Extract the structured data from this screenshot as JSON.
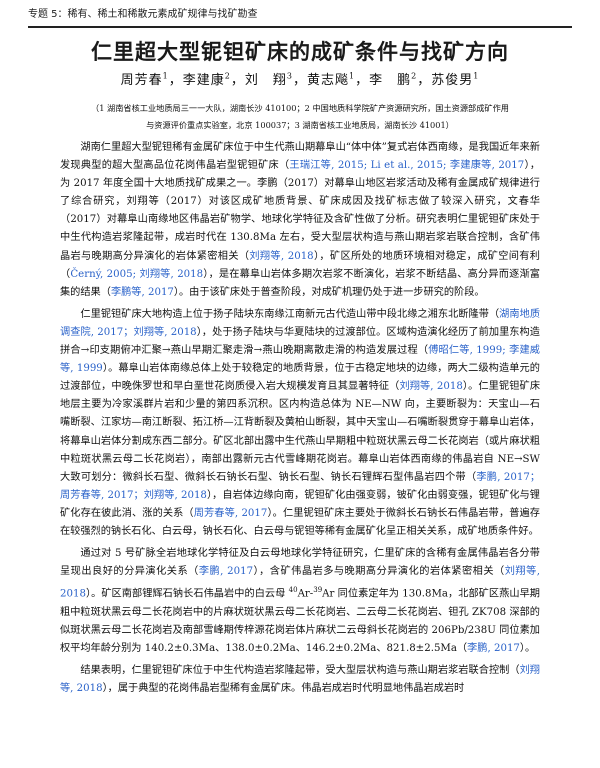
{
  "header": {
    "text": "专题 5：稀有、稀土和稀散元素成矿规律与找矿勘查"
  },
  "title": "仁里超大型铌钽矿床的成矿条件与找矿方向",
  "authors": [
    {
      "name": "周芳春",
      "sup": "1"
    },
    {
      "name": "李建康",
      "sup": "2"
    },
    {
      "name": "刘　翔",
      "sup": "3"
    },
    {
      "name": "黄志飚",
      "sup": "1"
    },
    {
      "name": "李　鹏",
      "sup": "2"
    },
    {
      "name": "苏俊男",
      "sup": "1"
    }
  ],
  "affiliation": {
    "line1": "（1 湖南省核工业地质局三一一大队，湖南长沙 410100；2 中国地质科学院矿产资源研究所，国土资源部成矿作用",
    "line2": "与资源评价重点实验室，北京 100037；3 湖南省核工业地质局，湖南长沙 41001）"
  },
  "paragraphs": {
    "p1": [
      {
        "t": "湖南仁里超大型铌钽稀有金属矿床位于中生代燕山期幕阜山“体中体”复式岩体西南缘，是我国近年来新发现典型的超大型高品位花岗伟晶岩型铌钽矿床（"
      },
      {
        "t": "王瑞江等, 2015; Li et al., 2015; 李建康等, 2017",
        "ref": true
      },
      {
        "t": "），为 2017 年度全国十大地质找矿成果之一。李鹏（2017）对幕阜山地区岩浆活动及稀有金属成矿规律进行了综合研究，刘翔等（2017）对该区成矿地质背景、矿床成因及找矿标志做了较深入研究，文春华（2017）对幕阜山南缘地区伟晶岩矿物学、地球化学特征及含矿性做了分析。研究表明仁里铌钽矿床处于中生代构造岩浆隆起带，成岩时代在 130.8Ma 左右，受大型层状构造与燕山期岩浆岩联合控制，含矿伟晶岩与晚期高分异演化的岩体紧密相关（"
      },
      {
        "t": "刘翔等, 2018",
        "ref": true
      },
      {
        "t": "），矿区所处的地质环境相对稳定，成矿空间有利（"
      },
      {
        "t": "Černý, 2005; 刘翔等, 2018",
        "ref": true
      },
      {
        "t": "），是在幕阜山岩体多期次岩浆不断演化，岩浆不断结晶、高分异而逐渐富集的结果（"
      },
      {
        "t": "李鹏等, 2017",
        "ref": true
      },
      {
        "t": "）。由于该矿床处于普查阶段，对成矿机理仍处于进一步研究的阶段。"
      }
    ],
    "p2": [
      {
        "t": "仁里铌钽矿床大地构造上位于扬子陆块东南缘江南新元古代造山带中段北缘之湘东北断隆带（"
      },
      {
        "t": "湖南地质调查院, 2017；刘翔等, 2018",
        "ref": true
      },
      {
        "t": "），处于扬子陆块与华夏陆块的过渡部位。区域构造演化经历了前加里东构造拼合→印支期俯冲汇聚→燕山早期汇聚走滑→燕山晚期离散走滑的构造发展过程（"
      },
      {
        "t": "傅昭仁等, 1999; 李建威等, 1999",
        "ref": true
      },
      {
        "t": "）。幕阜山岩体南缘总体上处于较稳定的地质背景，位于古稳定地块的边缘，两大二级构造单元的过渡部位，中晚侏罗世和早白垩世花岗质侵入岩大规模发育且其显著特征（"
      },
      {
        "t": "刘翔等, 2018",
        "ref": true
      },
      {
        "t": "）。仁里铌钽矿床地层主要为冷家溪群片岩和少量的第四系沉积。区内构造总体为 NE—NW 向，主要断裂为：天宝山—石嘴断裂、江家坊—南江断裂、拓江桥—江背断裂及黄柏山断裂，其中天宝山—石嘴断裂贯穿于幕阜山岩体，将幕阜山岩体分割成东西二部分。矿区北部出露中生代燕山早期粗中粒斑状黑云母二长花岗岩（或片麻状粗中粒斑状黑云母二长花岗岩），南部出露新元古代雪峰期花岗岩。幕阜山岩体西南缘的伟晶岩自 NE→SW 大致可划分：微斜长石型、微斜长石钠长石型、钠长石型、钠长石锂辉石型伟晶岩四个带（"
      },
      {
        "t": "李鹏, 2017；周芳春等, 2017；刘翔等, 2018",
        "ref": true
      },
      {
        "t": "），自岩体边缘向南，铌钽矿化由强变弱，铍矿化由弱变强，铌钽矿化与锂矿化存在彼此消、涨的关系（"
      },
      {
        "t": "周芳春等, 2017",
        "ref": true
      },
      {
        "t": "）。仁里铌钽矿床主要处于微斜长石钠长石伟晶岩带，普遍存在较强烈的钠长石化、白云母，钠长石化、白云母与铌钽等稀有金属矿化呈正相关关系，成矿地质条件好。"
      }
    ],
    "p3": [
      {
        "t": "通过对 5 号矿脉全岩地球化学特征及白云母地球化学特征研究，仁里矿床的含稀有金属伟晶岩各分带呈现出良好的分异演化关系（"
      },
      {
        "t": "李鹏, 2017",
        "ref": true
      },
      {
        "t": "），含矿伟晶岩多与晚期高分异演化的岩体紧密相关（"
      },
      {
        "t": "刘翔等, 2018",
        "ref": true
      },
      {
        "t": "）。矿区南部锂辉石钠长石伟晶岩中的白云母 "
      },
      {
        "t": "40",
        "sup": true
      },
      {
        "t": "Ar-"
      },
      {
        "t": "39",
        "sup": true
      },
      {
        "t": "Ar 同位素定年为 130.8Ma，北部矿区燕山早期粗中粒斑状黑云母二长花岗岩中的片麻状斑状黑云母二长花岗岩、二云母二长花岗岩、钽孔 ZK708 深部的似斑状黑云母二长花岗岩及南部雪峰期传梓源花岗岩体片麻状二云母斜长花岗岩的 206Pb/238U 同位素加权平均年龄分别为 140.2±0.3Ma、138.0±0.2Ma、146.2±0.2Ma、821.8±2.5Ma（"
      },
      {
        "t": "李鹏, 2017",
        "ref": true
      },
      {
        "t": "）。"
      }
    ],
    "p4": [
      {
        "t": "结果表明，仁里铌钽矿床位于中生代构造岩浆隆起带，受大型层状构造与燕山期岩浆岩联合控制（"
      },
      {
        "t": "刘翔等, 2018",
        "ref": true
      },
      {
        "t": "），属于典型的花岗伟晶岩型稀有金属矿床。伟晶岩成岩时代明显地伟晶岩成岩时"
      }
    ]
  }
}
